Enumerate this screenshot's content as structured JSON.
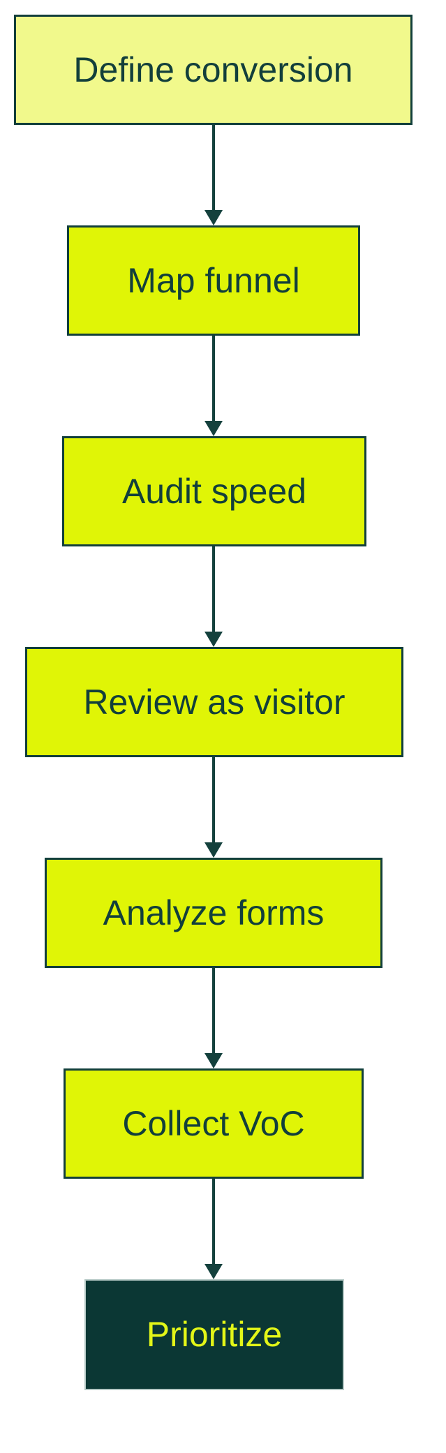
{
  "diagram": {
    "type": "flowchart",
    "direction": "top-down",
    "nodes": [
      {
        "label": "Define conversion",
        "variant": "start"
      },
      {
        "label": "Map funnel",
        "variant": "step"
      },
      {
        "label": "Audit speed",
        "variant": "step"
      },
      {
        "label": "Review as visitor",
        "variant": "step"
      },
      {
        "label": "Analyze forms",
        "variant": "step"
      },
      {
        "label": "Collect VoC",
        "variant": "step"
      },
      {
        "label": "Prioritize",
        "variant": "end"
      }
    ],
    "edges": [
      {
        "from": "Define conversion",
        "to": "Map funnel"
      },
      {
        "from": "Map funnel",
        "to": "Audit speed"
      },
      {
        "from": "Audit speed",
        "to": "Review as visitor"
      },
      {
        "from": "Review as visitor",
        "to": "Analyze forms"
      },
      {
        "from": "Analyze forms",
        "to": "Collect VoC"
      },
      {
        "from": "Collect VoC",
        "to": "Prioritize"
      }
    ],
    "theme": {
      "start_fill": "#f1f98c",
      "step_fill": "#e0f506",
      "end_fill": "#0b3734",
      "node_stroke": "#123f3b",
      "end_node_stroke": "#b6c9c6",
      "text_dark": "#123f3b",
      "text_on_dark": "#e3f618",
      "arrow_color": "#14413d",
      "background": "#ffffff"
    }
  }
}
